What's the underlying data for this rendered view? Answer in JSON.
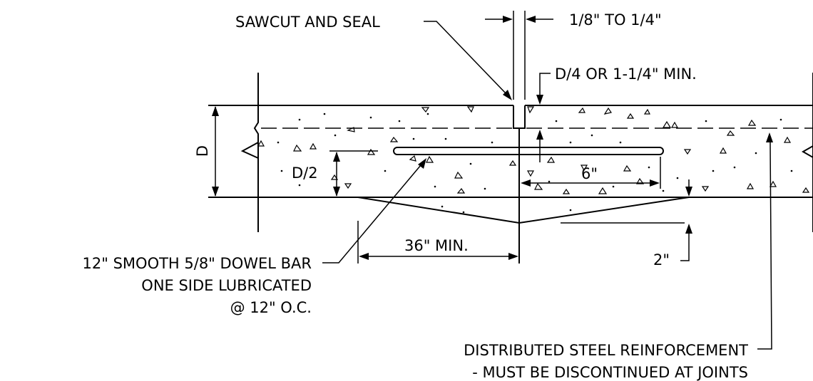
{
  "labels": {
    "sawcut": "SAWCUT AND SEAL",
    "gap_width": "1/8\" TO 1/4\"",
    "sawcut_depth": "D/4 OR 1-1/4\" MIN.",
    "thickness": "D",
    "half_thickness": "D/2",
    "dowel_embed": "6\"",
    "taper_length": "36\" MIN.",
    "taper_depth": "2\"",
    "dowel_line1": "12\" SMOOTH 5/8\" DOWEL BAR",
    "dowel_line2": "ONE SIDE LUBRICATED",
    "dowel_line3": "@ 12\" O.C.",
    "reinf_line1": "DISTRIBUTED STEEL REINFORCEMENT",
    "reinf_line2": "- MUST BE DISCONTINUED AT JOINTS"
  }
}
